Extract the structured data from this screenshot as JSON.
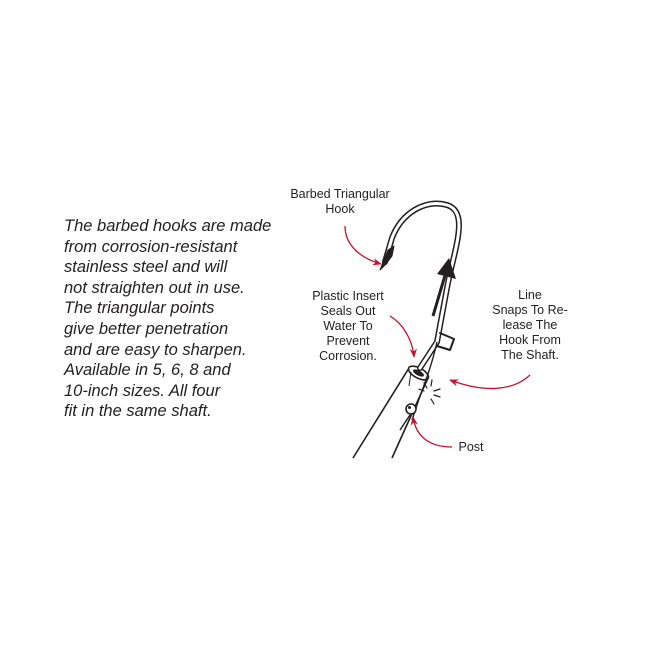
{
  "description": {
    "lines": [
      "The barbed hooks are made",
      "from corrosion-resistant",
      "stainless steel and will",
      "not straighten out in use.",
      "The triangular points",
      "give better penetration",
      "and are easy to sharpen.",
      "Available in 5, 6, 8 and",
      "10-inch sizes.  All four",
      "fit in the same shaft."
    ]
  },
  "callouts": {
    "barbed_hook": {
      "lines": [
        "Barbed Triangular",
        "Hook"
      ]
    },
    "plastic_insert": {
      "lines": [
        "Plastic Insert",
        "Seals Out",
        "Water To",
        "Prevent",
        "Corrosion."
      ]
    },
    "line_snaps": {
      "lines": [
        "Line",
        "Snaps To Re-",
        "lease The",
        "Hook From",
        "The Shaft."
      ]
    },
    "post": {
      "lines": [
        "Post"
      ]
    }
  },
  "colors": {
    "ink": "#231f20",
    "arrow_red": "#c8102e"
  }
}
